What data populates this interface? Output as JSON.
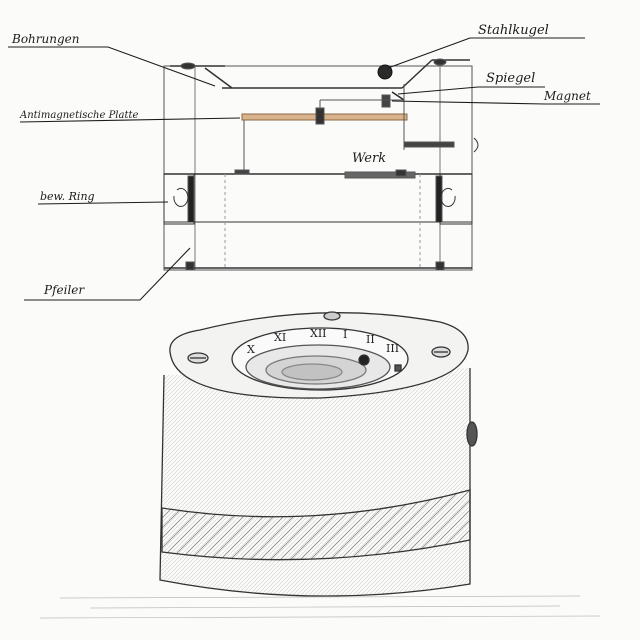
{
  "labels": {
    "bohrung": "Bohrungen",
    "platte": "Antimagnetische Platte",
    "ring": "bew. Ring",
    "pfeiler": "Pfeiler",
    "stahlkugel": "Stahlkugel",
    "spiegel": "Spiegel",
    "magnet": "Magnet",
    "werk": "Werk"
  },
  "dial": {
    "numerals": [
      "X",
      "XI",
      "XII",
      "I",
      "II",
      "III"
    ]
  },
  "colors": {
    "ink": "#1c1c1c",
    "pencil": "#555555",
    "paper": "#fbfbfa",
    "wood": "#d9b38c"
  }
}
